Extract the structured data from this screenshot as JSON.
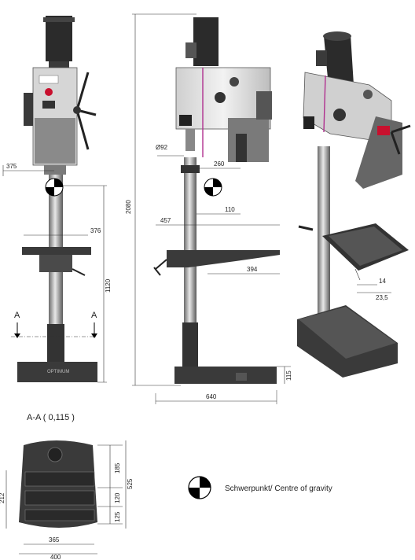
{
  "dimensions": {
    "d375": "375",
    "d376": "376",
    "d1120": "1120",
    "d2080": "2080",
    "d92": "Ø92",
    "d260": "260",
    "d110": "110",
    "d457": "457",
    "d394": "394",
    "d640": "640",
    "d115": "115",
    "d14": "14",
    "d235": "23,5",
    "d185": "185",
    "d120": "120",
    "d125": "125",
    "d525": "525",
    "d365": "365",
    "d400": "400",
    "d_partial": "212"
  },
  "section": {
    "marker_a": "A",
    "title": "A-A ( 0,115 )"
  },
  "legend": {
    "text": "Schwerpunkt/ Centre of gravity"
  },
  "brand": {
    "base_label": "OPTIMUM"
  }
}
